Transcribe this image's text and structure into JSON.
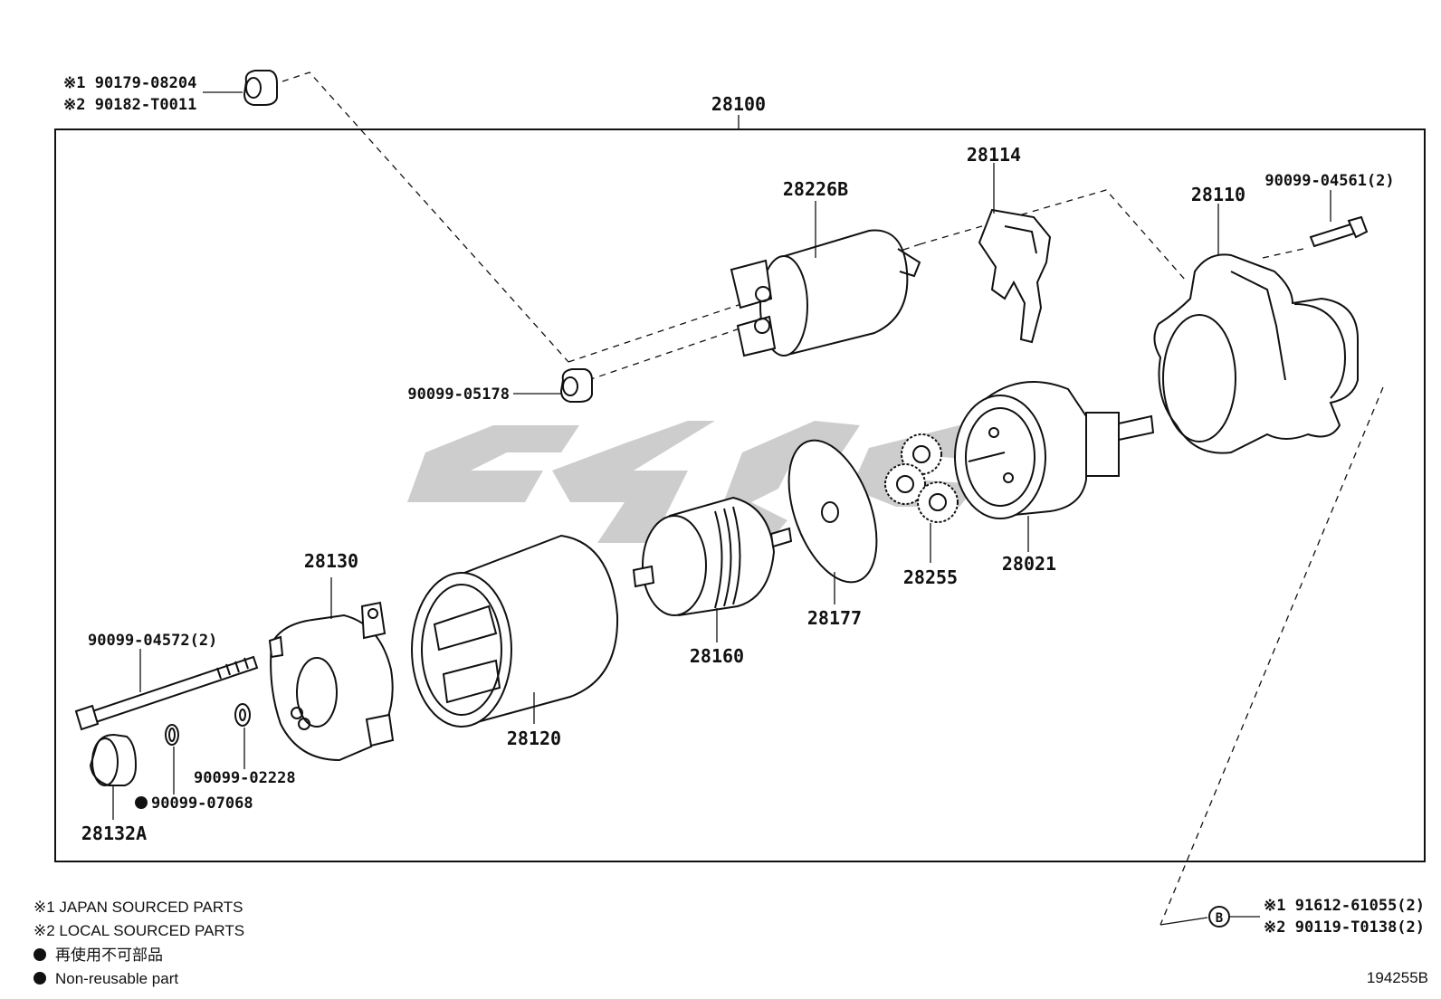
{
  "diagram": {
    "assembly_label": "28100",
    "parts": {
      "cap_top": [
        "※1 90179-08204",
        "※2 90182-T0011"
      ],
      "solenoid": "28226B",
      "lever": "28114",
      "housing": "28110",
      "housing_bolt": "90099-04561(2)",
      "cap_mid": "90099-05178",
      "gear_set": "28255",
      "clutch": "28021",
      "plate": "28177",
      "armature": "28160",
      "yoke": "28120",
      "end_frame": "28130",
      "through_bolt": "90099-04572(2)",
      "washer": "90099-02228",
      "ring": "90099-07068",
      "end_cap": "28132A",
      "bolt_b": [
        "※1 91612-61055(2)",
        "※2 90119-T0138(2)"
      ]
    },
    "b_marker": "B"
  },
  "legend": {
    "lines": [
      "※1 JAPAN SOURCED PARTS",
      "※2 LOCAL SOURCED PARTS",
      "再使用不可部品",
      "Non-reusable part"
    ]
  },
  "diagram_code": "194255B",
  "watermark_color": "#c9c9c9"
}
